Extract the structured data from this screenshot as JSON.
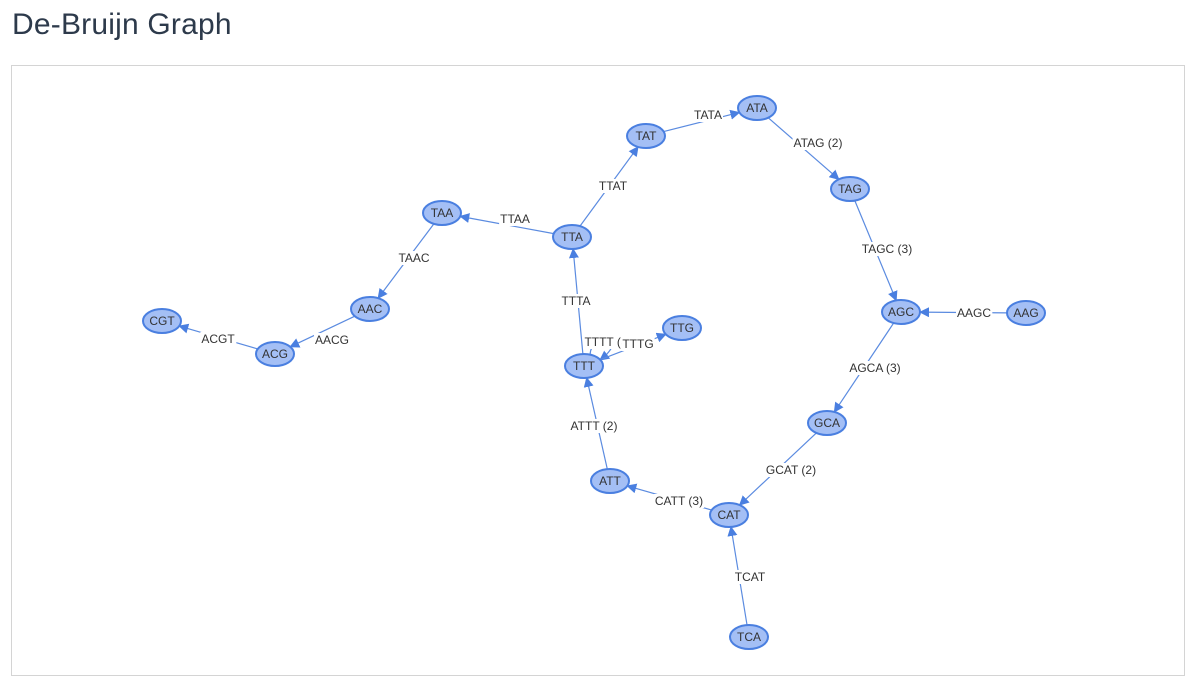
{
  "page": {
    "title": "De-Bruijn Graph"
  },
  "colors": {
    "node_fill": "#a4bff5",
    "node_stroke": "#4a7fe0",
    "edge": "#5b8be0",
    "title": "#2d3a4b"
  },
  "graph": {
    "nodes": [
      {
        "id": "CGT",
        "label": "CGT"
      },
      {
        "id": "ACG",
        "label": "ACG"
      },
      {
        "id": "AAC",
        "label": "AAC"
      },
      {
        "id": "TAA",
        "label": "TAA"
      },
      {
        "id": "TTA",
        "label": "TTA"
      },
      {
        "id": "TAT",
        "label": "TAT"
      },
      {
        "id": "ATA",
        "label": "ATA"
      },
      {
        "id": "TAG",
        "label": "TAG"
      },
      {
        "id": "AGC",
        "label": "AGC"
      },
      {
        "id": "AAG",
        "label": "AAG"
      },
      {
        "id": "GCA",
        "label": "GCA"
      },
      {
        "id": "CAT",
        "label": "CAT"
      },
      {
        "id": "TCA",
        "label": "TCA"
      },
      {
        "id": "ATT",
        "label": "ATT"
      },
      {
        "id": "TTT",
        "label": "TTT"
      },
      {
        "id": "TTG",
        "label": "TTG"
      }
    ],
    "edges": [
      {
        "from": "ACG",
        "to": "CGT",
        "label": "ACGT"
      },
      {
        "from": "AAC",
        "to": "ACG",
        "label": "AACG"
      },
      {
        "from": "TAA",
        "to": "AAC",
        "label": "TAAC"
      },
      {
        "from": "TTA",
        "to": "TAA",
        "label": "TTAA"
      },
      {
        "from": "TTA",
        "to": "TAT",
        "label": "TTAT"
      },
      {
        "from": "TAT",
        "to": "ATA",
        "label": "TATA"
      },
      {
        "from": "ATA",
        "to": "TAG",
        "label": "ATAG (2)"
      },
      {
        "from": "TAG",
        "to": "AGC",
        "label": "TAGC (3)"
      },
      {
        "from": "AAG",
        "to": "AGC",
        "label": "AAGC"
      },
      {
        "from": "AGC",
        "to": "GCA",
        "label": "AGCA (3)"
      },
      {
        "from": "GCA",
        "to": "CAT",
        "label": "GCAT (2)"
      },
      {
        "from": "TCA",
        "to": "CAT",
        "label": "TCAT"
      },
      {
        "from": "CAT",
        "to": "ATT",
        "label": "CATT (3)"
      },
      {
        "from": "ATT",
        "to": "TTT",
        "label": "ATTT (2)"
      },
      {
        "from": "TTT",
        "to": "TTA",
        "label": "TTTA"
      },
      {
        "from": "TTT",
        "to": "TTT",
        "label": "TTTT (3)"
      },
      {
        "from": "TTT",
        "to": "TTG",
        "label": "TTTG"
      }
    ]
  }
}
